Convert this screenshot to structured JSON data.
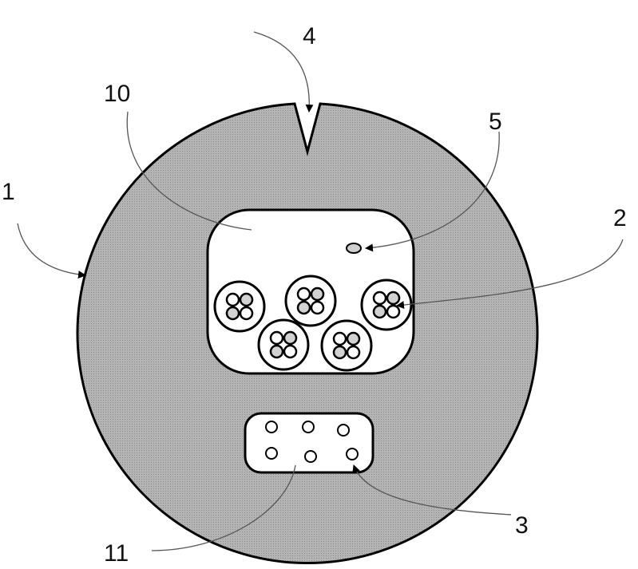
{
  "labels": {
    "l1": "1",
    "l2": "2",
    "l3": "3",
    "l4": "4",
    "l5": "5",
    "l10": "10",
    "l11": "11"
  },
  "colors": {
    "jacket": "#a9a9a9",
    "strand_fill": "#d2d2d2",
    "stroke": "#000000"
  }
}
